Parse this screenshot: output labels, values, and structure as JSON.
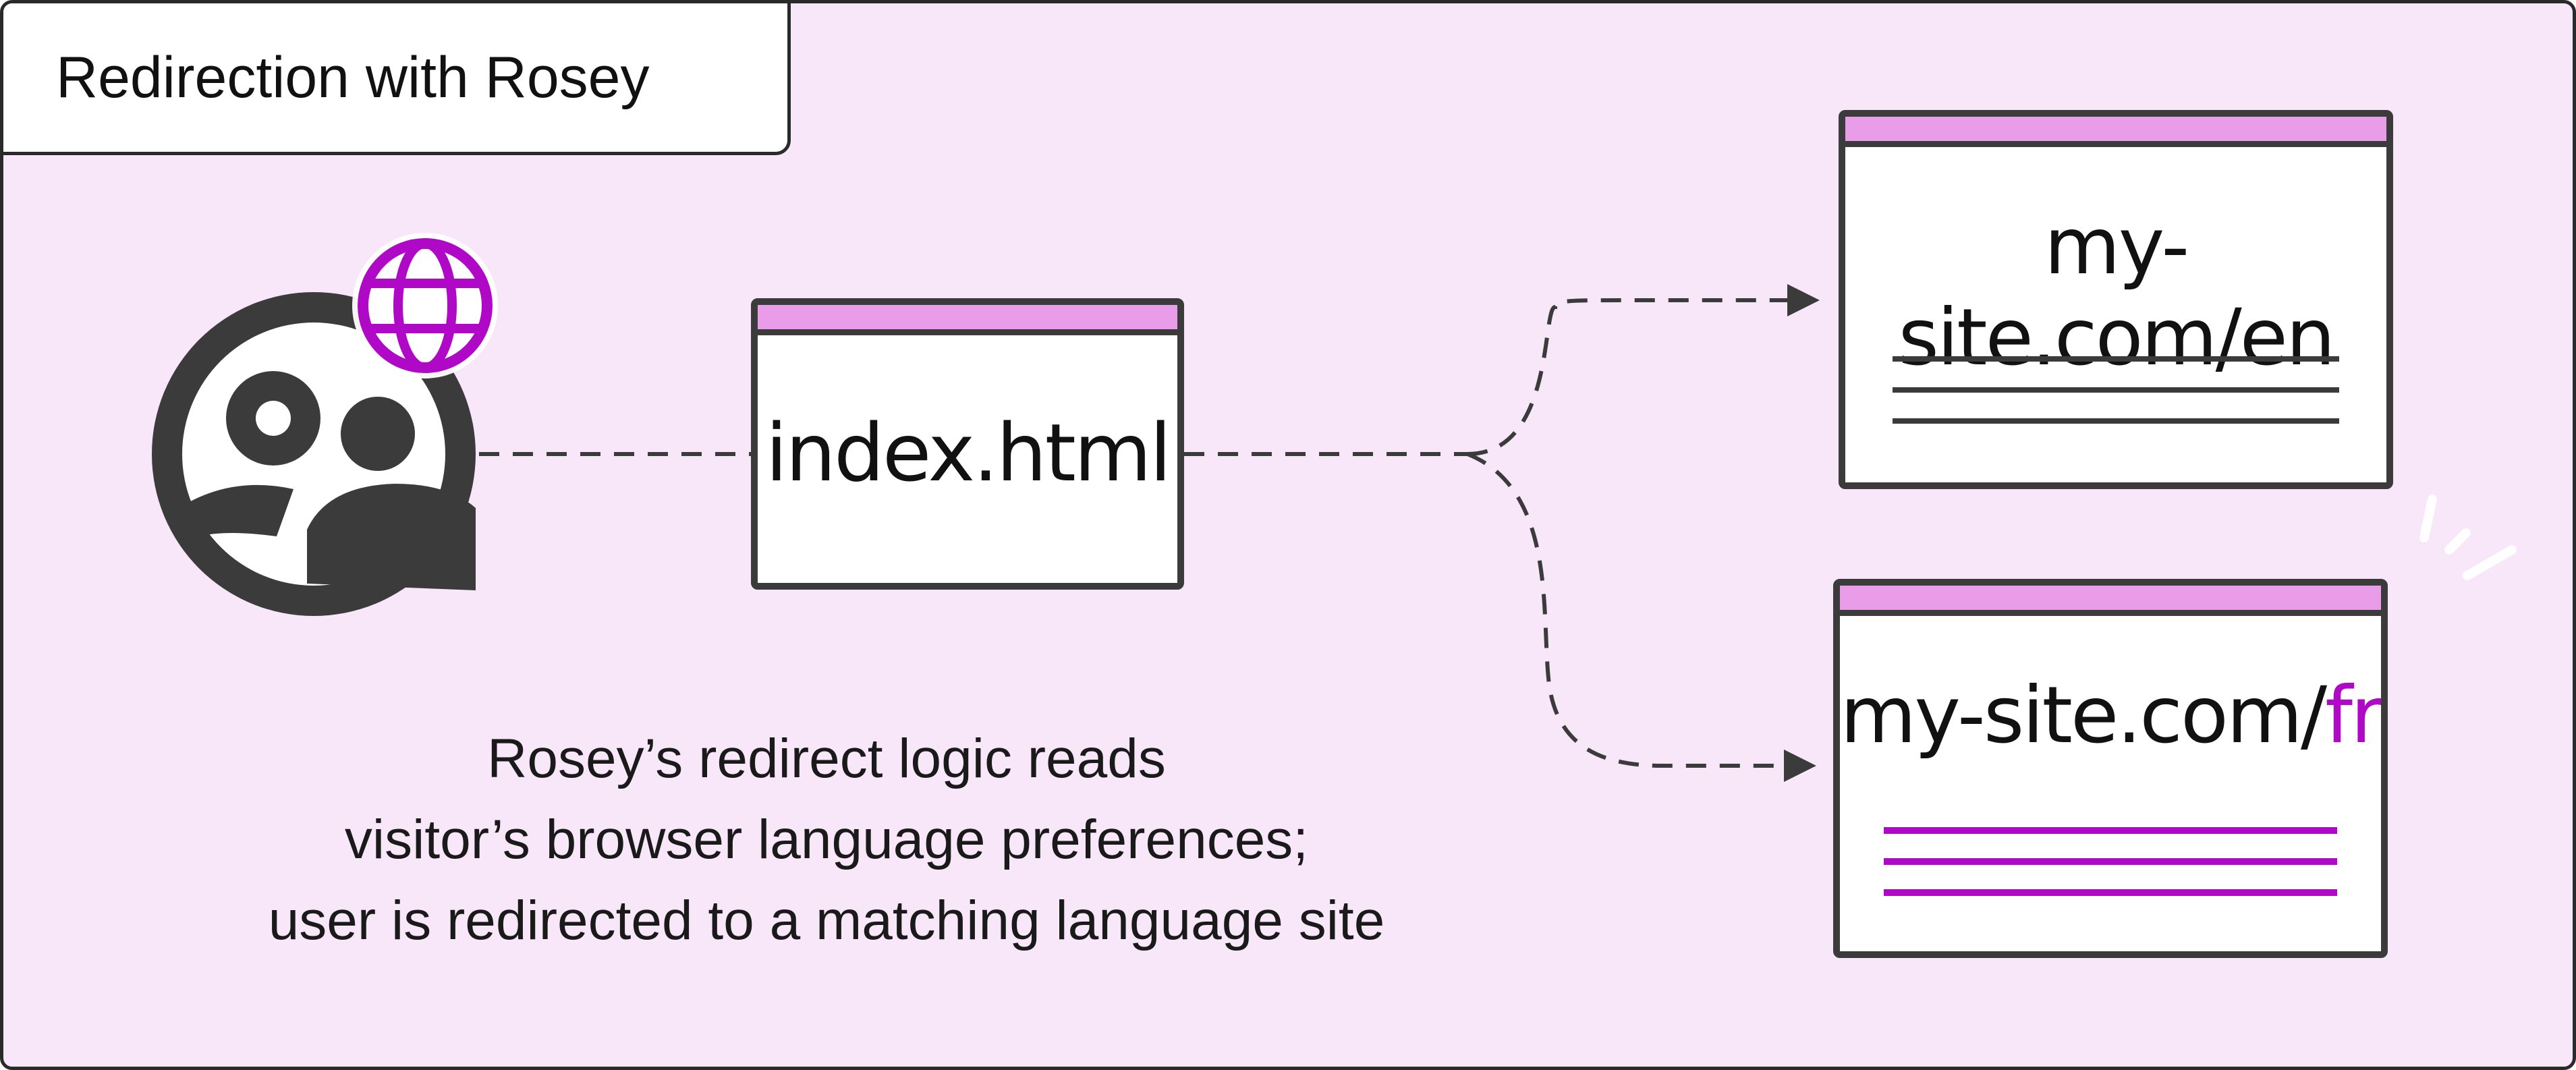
{
  "title": "Redirection with Rosey",
  "nodes": {
    "index": "index.html",
    "en": {
      "prefix": "my-site.com/",
      "suffix": "en"
    },
    "fr": {
      "prefix": "my-site.com/",
      "suffix": "fr"
    }
  },
  "caption": [
    "Rosey’s redirect logic reads",
    "visitor’s browser language preferences;",
    "user is redirected to a matching language site"
  ],
  "colors": {
    "background": "#f8e6f9",
    "accent": "#b008c7",
    "card_bar": "#e99de9",
    "outline": "#3b3b3b"
  },
  "icons": [
    "user-avatar-icon",
    "globe-icon"
  ]
}
